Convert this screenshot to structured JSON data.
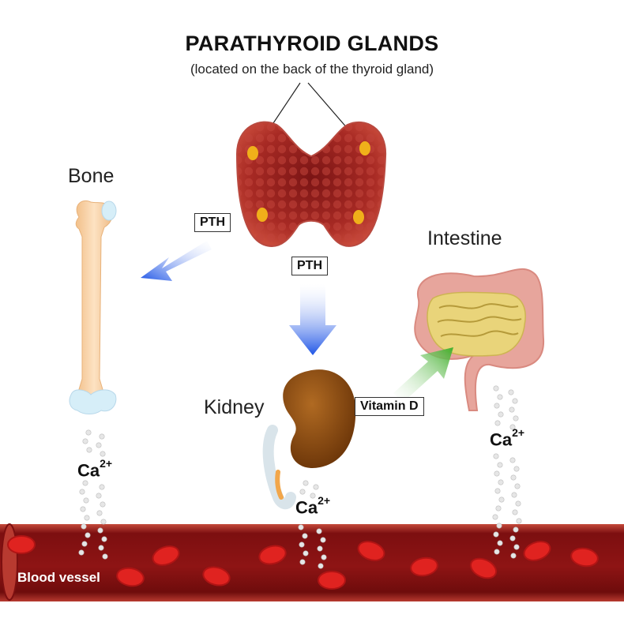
{
  "title": "PARATHYROID GLANDS",
  "subtitle": "(located on the back of the thyroid gland)",
  "organs": {
    "bone": "Bone",
    "intestine": "Intestine",
    "kidney": "Kidney"
  },
  "hormones": {
    "pth_bone": "PTH",
    "pth_kidney": "PTH",
    "vitamin_d": "Vitamin D"
  },
  "calcium": {
    "base": "Ca",
    "charge": "2+"
  },
  "vessel": {
    "label": "Blood vessel"
  },
  "colors": {
    "arrow_blue": "#1f55e6",
    "arrow_green": "#3fae2a",
    "thyroid": "#a32a26",
    "bone": "#f6d2a6",
    "kidney": "#8a4a12",
    "vessel": "#8e1414",
    "rbc": "#d6201e"
  }
}
